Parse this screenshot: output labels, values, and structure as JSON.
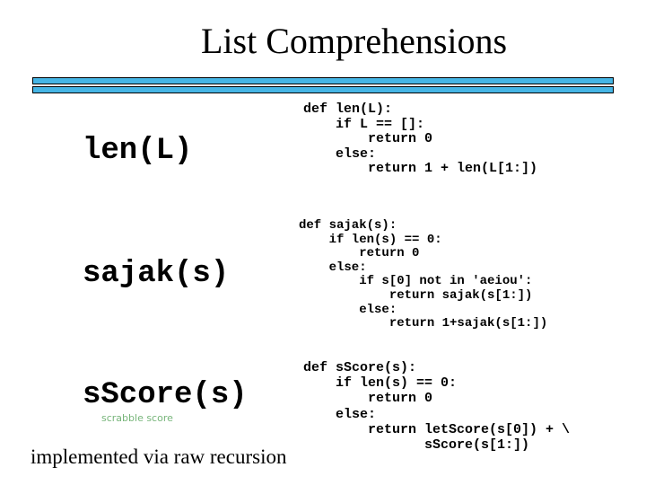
{
  "slide": {
    "title": "List Comprehensions",
    "footer": "implemented via raw recursion"
  },
  "colors": {
    "background": "#ffffff",
    "text": "#000000",
    "divider_bar_fill": "#45b5e5",
    "divider_bar_border": "#000000",
    "sublabel_green": "#77b57a"
  },
  "sections": [
    {
      "label": "len(L)",
      "code": "def len(L):\n    if L == []:\n        return 0\n    else:\n        return 1 + len(L[1:])"
    },
    {
      "label": "sajak(s)",
      "code": "def sajak(s):\n    if len(s) == 0:\n        return 0\n    else:\n        if s[0] not in 'aeiou':\n            return sajak(s[1:])\n        else:\n            return 1+sajak(s[1:])"
    },
    {
      "label": "sScore(s)",
      "sublabel": "scrabble score",
      "code": "def sScore(s):\n    if len(s) == 0:\n        return 0\n    else:\n        return letScore(s[0]) + \\\n               sScore(s[1:])"
    }
  ]
}
